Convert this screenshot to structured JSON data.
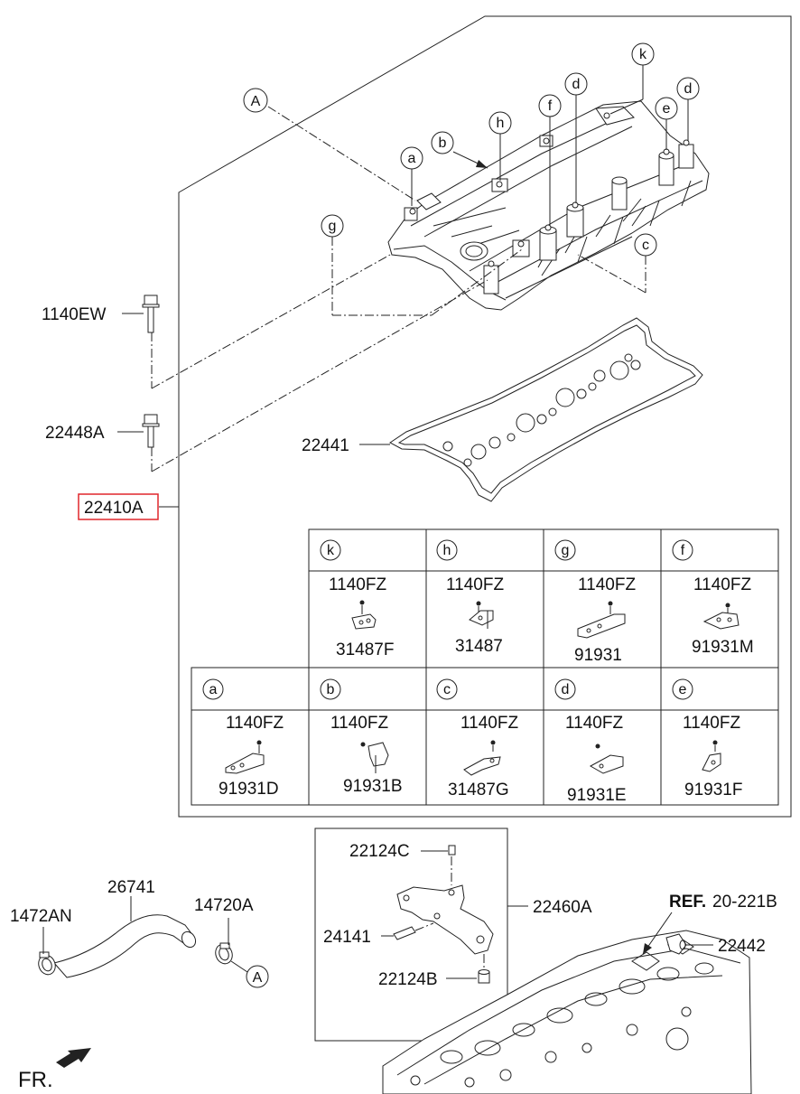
{
  "highlight_color": "#e0262b",
  "callouts": {
    "A": "A",
    "a": "a",
    "b": "b",
    "c": "c",
    "d": "d",
    "e": "e",
    "f": "f",
    "g": "g",
    "h": "h",
    "k": "k"
  },
  "labels": {
    "bolt_ew": "1140EW",
    "bolt_48a": "22448A",
    "gasket": "22441",
    "assembly": "22410A",
    "hose": "26741",
    "clamp_left": "1472AN",
    "clamp_right": "14720A",
    "hanger_bolt": "22124C",
    "hanger": "22460A",
    "pin": "24141",
    "hanger_nut": "22124B",
    "ref_prefix": "REF.",
    "ref_code": "20-221B",
    "cap_part": "22442",
    "front": "FR."
  },
  "detail_table": {
    "top_row": [
      {
        "key": "k",
        "bolt": "1140FZ",
        "part": "31487F"
      },
      {
        "key": "h",
        "bolt": "1140FZ",
        "part": "31487"
      },
      {
        "key": "g",
        "bolt": "1140FZ",
        "part": "91931"
      },
      {
        "key": "f",
        "bolt": "1140FZ",
        "part": "91931M"
      }
    ],
    "bottom_row": [
      {
        "key": "a",
        "bolt": "1140FZ",
        "part": "91931D"
      },
      {
        "key": "b",
        "bolt": "1140FZ",
        "part": "91931B"
      },
      {
        "key": "c",
        "bolt": "1140FZ",
        "part": "31487G"
      },
      {
        "key": "d",
        "bolt": "1140FZ",
        "part": "91931E"
      },
      {
        "key": "e",
        "bolt": "1140FZ",
        "part": "91931F"
      }
    ]
  }
}
